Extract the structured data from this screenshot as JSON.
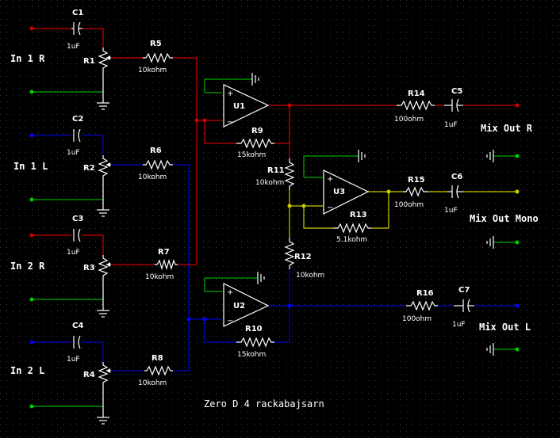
{
  "colors": {
    "background": "#000000",
    "grid": "#404040",
    "wire_red": "#cc0000",
    "wire_blue": "#0000cc",
    "wire_green": "#00aa00",
    "wire_yellow": "#cccc00",
    "component": "#ffffff"
  },
  "inputs": [
    {
      "label": "In 1 R"
    },
    {
      "label": "In 1 L"
    },
    {
      "label": "In 2 R"
    },
    {
      "label": "In 2 L"
    }
  ],
  "outputs": [
    {
      "label": "Mix Out R"
    },
    {
      "label": "Mix Out Mono"
    },
    {
      "label": "Mix Out L"
    }
  ],
  "components": {
    "C1": {
      "name": "C1",
      "value": "1uF"
    },
    "C2": {
      "name": "C2",
      "value": "1uF"
    },
    "C3": {
      "name": "C3",
      "value": "1uF"
    },
    "C4": {
      "name": "C4",
      "value": "1uF"
    },
    "C5": {
      "name": "C5",
      "value": "1uF"
    },
    "C6": {
      "name": "C6",
      "value": "1uF"
    },
    "C7": {
      "name": "C7",
      "value": "1uF"
    },
    "R1": {
      "name": "R1"
    },
    "R2": {
      "name": "R2"
    },
    "R3": {
      "name": "R3"
    },
    "R4": {
      "name": "R4"
    },
    "R5": {
      "name": "R5",
      "value": "10kohm"
    },
    "R6": {
      "name": "R6",
      "value": "10kohm"
    },
    "R7": {
      "name": "R7",
      "value": "10kohm"
    },
    "R8": {
      "name": "R8",
      "value": "10kohm"
    },
    "R9": {
      "name": "R9",
      "value": "15kohm"
    },
    "R10": {
      "name": "R10",
      "value": "15kohm"
    },
    "R11": {
      "name": "R11",
      "value": "10kohm"
    },
    "R12": {
      "name": "R12",
      "value": "10kohm"
    },
    "R13": {
      "name": "R13",
      "value": "5.1kohm"
    },
    "R14": {
      "name": "R14",
      "value": "100ohm"
    },
    "R15": {
      "name": "R15",
      "value": "100ohm"
    },
    "R16": {
      "name": "R16",
      "value": "100ohm"
    },
    "U1": {
      "name": "U1"
    },
    "U2": {
      "name": "U2"
    },
    "U3": {
      "name": "U3"
    }
  },
  "opamp_pins": {
    "plus": "+",
    "minus": "−"
  },
  "caption": "Zero D 4 rackabajsarn"
}
